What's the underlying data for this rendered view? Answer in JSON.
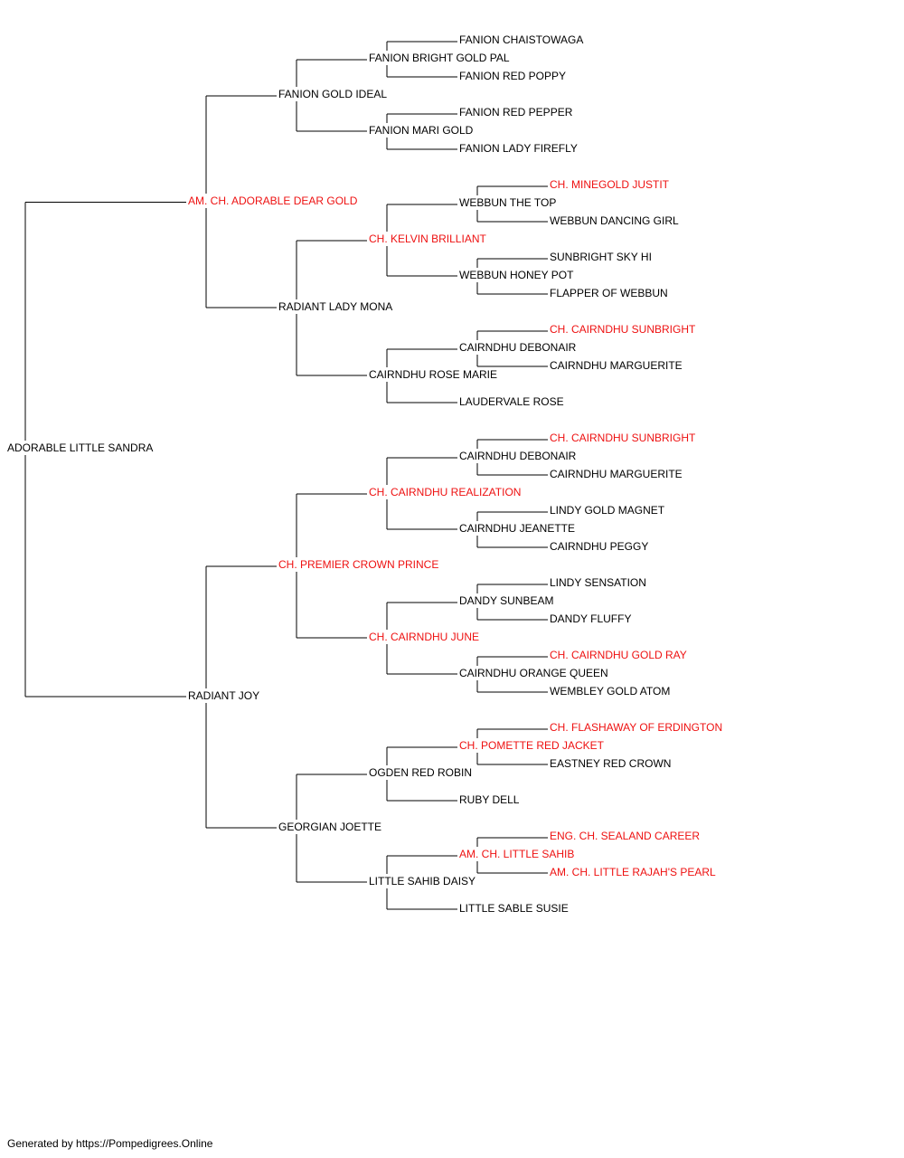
{
  "colors": {
    "champion": "#ee1111",
    "regular": "#000000",
    "line": "#000000"
  },
  "pedigree": {
    "name": "ADORABLE LITTLE SANDRA",
    "champion": false,
    "sire": {
      "name": "AM. CH. ADORABLE DEAR GOLD",
      "champion": true,
      "sire": {
        "name": "FANION GOLD IDEAL",
        "champion": false,
        "sire": {
          "name": "FANION BRIGHT GOLD PAL",
          "champion": false,
          "sire": {
            "name": "FANION CHAISTOWAGA",
            "champion": false
          },
          "dam": {
            "name": "FANION RED POPPY",
            "champion": false
          }
        },
        "dam": {
          "name": "FANION MARI GOLD",
          "champion": false,
          "sire": {
            "name": "FANION RED PEPPER",
            "champion": false
          },
          "dam": {
            "name": "FANION LADY FIREFLY",
            "champion": false
          }
        }
      },
      "dam": {
        "name": "RADIANT LADY MONA",
        "champion": false,
        "sire": {
          "name": "CH. KELVIN BRILLIANT",
          "champion": true,
          "sire": {
            "name": "WEBBUN THE TOP",
            "champion": false,
            "sire": {
              "name": "CH. MINEGOLD JUSTIT",
              "champion": true
            },
            "dam": {
              "name": "WEBBUN DANCING GIRL",
              "champion": false
            }
          },
          "dam": {
            "name": "WEBBUN HONEY POT",
            "champion": false,
            "sire": {
              "name": "SUNBRIGHT SKY HI",
              "champion": false
            },
            "dam": {
              "name": "FLAPPER OF WEBBUN",
              "champion": false
            }
          }
        },
        "dam": {
          "name": "CAIRNDHU ROSE MARIE",
          "champion": false,
          "sire": {
            "name": "CAIRNDHU DEBONAIR",
            "champion": false,
            "sire": {
              "name": "CH. CAIRNDHU SUNBRIGHT",
              "champion": true
            },
            "dam": {
              "name": "CAIRNDHU MARGUERITE",
              "champion": false
            }
          },
          "dam": {
            "name": "LAUDERVALE ROSE",
            "champion": false
          }
        }
      }
    },
    "dam": {
      "name": "RADIANT JOY",
      "champion": false,
      "sire": {
        "name": "CH. PREMIER CROWN PRINCE",
        "champion": true,
        "sire": {
          "name": "CH. CAIRNDHU REALIZATION",
          "champion": true,
          "sire": {
            "name": "CAIRNDHU DEBONAIR",
            "champion": false,
            "sire": {
              "name": "CH. CAIRNDHU SUNBRIGHT",
              "champion": true
            },
            "dam": {
              "name": "CAIRNDHU MARGUERITE",
              "champion": false
            }
          },
          "dam": {
            "name": "CAIRNDHU JEANETTE",
            "champion": false,
            "sire": {
              "name": "LINDY GOLD MAGNET",
              "champion": false
            },
            "dam": {
              "name": "CAIRNDHU PEGGY",
              "champion": false
            }
          }
        },
        "dam": {
          "name": "CH. CAIRNDHU JUNE",
          "champion": true,
          "sire": {
            "name": "DANDY SUNBEAM",
            "champion": false,
            "sire": {
              "name": "LINDY SENSATION",
              "champion": false
            },
            "dam": {
              "name": "DANDY FLUFFY",
              "champion": false
            }
          },
          "dam": {
            "name": "CAIRNDHU ORANGE QUEEN",
            "champion": false,
            "sire": {
              "name": "CH. CAIRNDHU GOLD RAY",
              "champion": true
            },
            "dam": {
              "name": "WEMBLEY GOLD ATOM",
              "champion": false
            }
          }
        }
      },
      "dam": {
        "name": "GEORGIAN JOETTE",
        "champion": false,
        "sire": {
          "name": "OGDEN RED ROBIN",
          "champion": false,
          "sire": {
            "name": "CH. POMETTE RED JACKET",
            "champion": true,
            "sire": {
              "name": "CH. FLASHAWAY OF ERDINGTON",
              "champion": true
            },
            "dam": {
              "name": "EASTNEY RED CROWN",
              "champion": false
            }
          },
          "dam": {
            "name": "RUBY DELL",
            "champion": false
          }
        },
        "dam": {
          "name": "LITTLE SAHIB DAISY",
          "champion": false,
          "sire": {
            "name": "AM. CH. LITTLE SAHIB",
            "champion": true,
            "sire": {
              "name": "ENG. CH. SEALAND CAREER",
              "champion": true
            },
            "dam": {
              "name": "AM. CH. LITTLE RAJAH'S PEARL",
              "champion": true
            }
          },
          "dam": {
            "name": "LITTLE SABLE SUSIE",
            "champion": false
          }
        }
      }
    }
  },
  "footer": {
    "text": "Generated by https://Pompedigrees.Online"
  }
}
